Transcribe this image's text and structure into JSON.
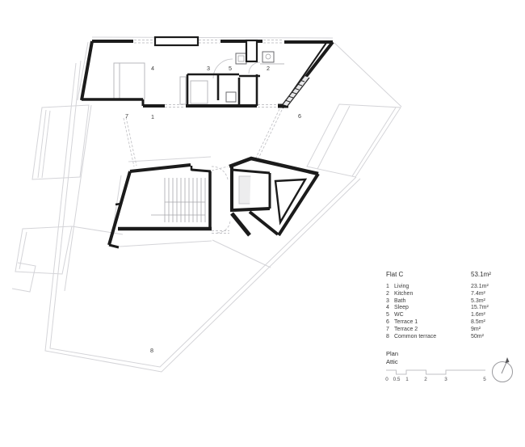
{
  "legend": {
    "flat_label": "Flat C",
    "flat_area": "53.1m²",
    "rooms": [
      {
        "num": "1",
        "name": "Living",
        "area": "23.1m²"
      },
      {
        "num": "2",
        "name": "Kitchen",
        "area": "7.4m²"
      },
      {
        "num": "3",
        "name": "Bath",
        "area": "5.3m²"
      },
      {
        "num": "4",
        "name": "Sleep",
        "area": "15.7m²"
      },
      {
        "num": "5",
        "name": "WC",
        "area": "1.6m²"
      },
      {
        "num": "6",
        "name": "Terrace 1",
        "area": "8.5m²"
      },
      {
        "num": "7",
        "name": "Terrace 2",
        "area": "9m²"
      },
      {
        "num": "8",
        "name": "Common terrace",
        "area": "50m²"
      }
    ]
  },
  "title": {
    "line1": "Plan",
    "line2": "Attic"
  },
  "scalebar": {
    "labels": [
      "0",
      "0.5",
      "1",
      "2",
      "3",
      "5"
    ]
  },
  "colors": {
    "wall": "#1b1b1b",
    "site_line": "#d4d4d8",
    "dashed_line": "#c4c4c8",
    "text": "#3c3c3c"
  }
}
